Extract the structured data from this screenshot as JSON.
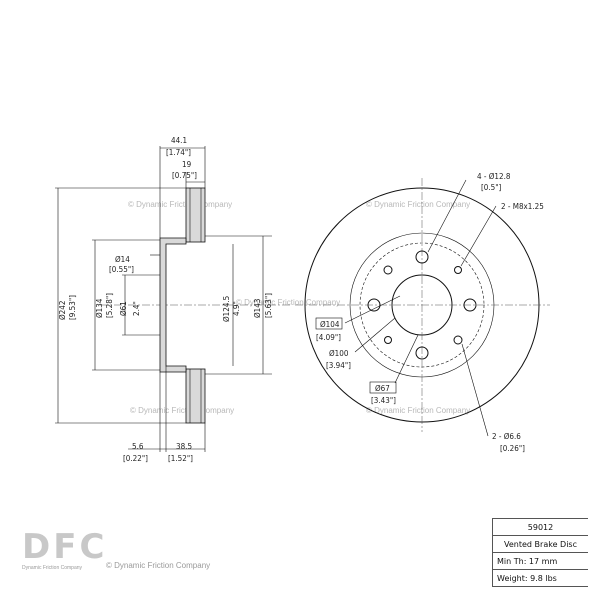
{
  "watermark": "© Dynamic Friction Company",
  "side_view": {
    "overall_width": "44.1",
    "overall_width_in": "[1.74\"]",
    "disc_thickness": "19",
    "disc_thickness_in": "[0.75\"]",
    "outer_diameter": "Ø242",
    "outer_diameter_in": "[9.53\"]",
    "hub_hole": "Ø14",
    "hub_hole_in": "[0.55\"]",
    "hat_diameter": "Ø134",
    "hat_diameter_in": "[5.28\"]",
    "center_bore_side": "Ø61",
    "center_bore_side_in": "2.4\"",
    "inner_diameter": "Ø124.5",
    "inner_diameter_in": "4.9\"",
    "friction_diameter": "Ø143",
    "friction_diameter_in": "[5.63\"]",
    "hat_thickness": "5.6",
    "hat_thickness_in": "[0.22\"]",
    "hat_height": "38.5",
    "hat_height_in": "[1.52\"]"
  },
  "front_view": {
    "bolt_holes": "4 - Ø12.8",
    "bolt_holes_in": "[0.5\"]",
    "threads": "2 - M8x1.25",
    "bolt_circle": "Ø104",
    "bolt_circle_in": "[4.09\"]",
    "pcd": "Ø100",
    "pcd_in": "[3.94\"]",
    "center_bore": "Ø67",
    "center_bore_in": "[3.43\"]",
    "small_holes": "2 - Ø6.6",
    "small_holes_in": "[0.26\"]"
  },
  "logo": {
    "letters": "DFC",
    "subtitle": "Dynamic Friction Company"
  },
  "copyright": "© Dynamic Friction Company",
  "info": {
    "part_number": "59012",
    "description": "Vented Brake Disc",
    "min_thickness": "Min Th: 17 mm",
    "weight": "Weight: 9.8 lbs"
  }
}
